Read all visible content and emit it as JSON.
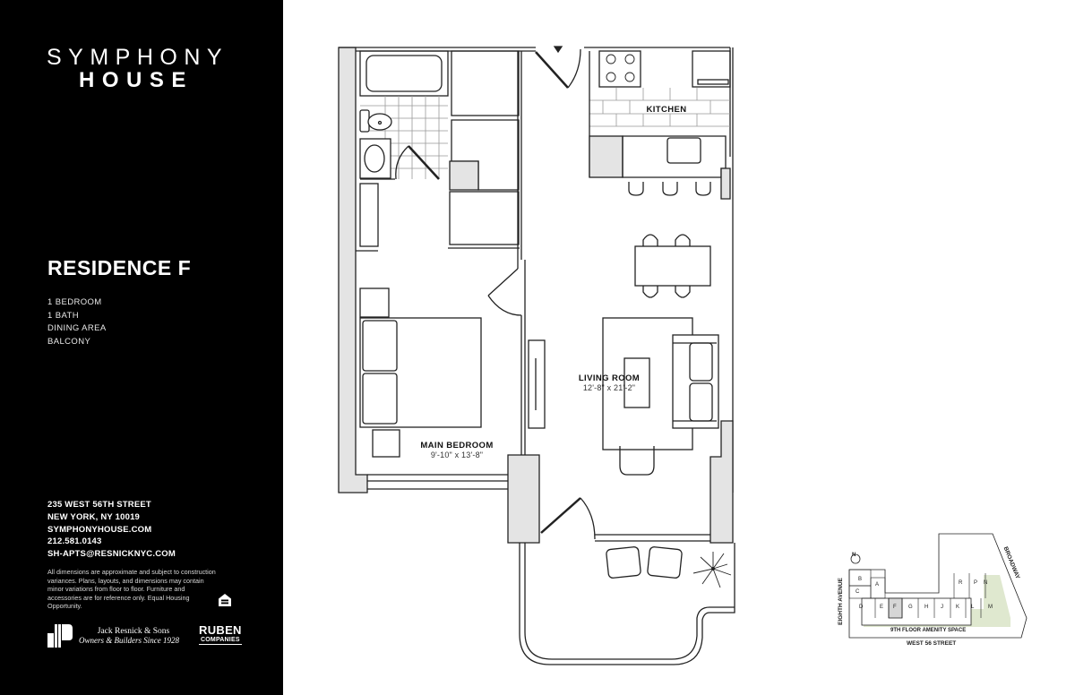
{
  "brand": {
    "line1": "SYMPHONY",
    "line2": "HOUSE"
  },
  "residence": {
    "title": "RESIDENCE F",
    "features": [
      "1 BEDROOM",
      "1 BATH",
      "DINING AREA",
      "BALCONY"
    ]
  },
  "contact": {
    "address1": "235 WEST 56TH STREET",
    "address2": "NEW YORK, NY 10019",
    "website": "SYMPHONYHOUSE.COM",
    "phone": "212.581.0143",
    "email": "SH-APTS@RESNICKNYC.COM"
  },
  "disclaimer": "All dimensions are approximate and subject to construction variances. Plans, layouts, and dimensions may contain minor variations from floor to floor. Furniture and accessories are for reference only. Equal Housing Opportunity.",
  "icons": {
    "equal_housing": "equal-housing-icon",
    "developer_logo": "jack-resnick-logo",
    "north_arrow": "north-arrow-icon"
  },
  "developers": {
    "jrs_name": "Jack Resnick & Sons",
    "jrs_tagline": "Owners & Builders Since 1928",
    "ruben_line1": "RUBEN",
    "ruben_line2": "COMPANIES"
  },
  "floorplan": {
    "rooms": [
      {
        "name": "KITCHEN",
        "dims": ""
      },
      {
        "name": "LIVING ROOM",
        "dims": "12'-8\" x 21'-2\""
      },
      {
        "name": "MAIN BEDROOM",
        "dims": "9'-10\" x 13'-8\""
      }
    ]
  },
  "keyplan": {
    "north_label": "N",
    "street_west": "EIGHTH AVENUE",
    "street_east": "BROADWAY",
    "street_south": "WEST 56 STREET",
    "amenity": "9TH FLOOR AMENITY SPACE",
    "units": [
      "B",
      "A",
      "C",
      "D",
      "E",
      "F",
      "G",
      "H",
      "J",
      "K",
      "L",
      "M",
      "R",
      "P",
      "N"
    ],
    "highlighted_unit": "F",
    "amenity_color": "#dfe8cf",
    "highlight_color": "#d6d6d6"
  },
  "colors": {
    "sidebar_bg": "#000000",
    "wall_fill": "#e4e4e4",
    "line": "#222222"
  }
}
